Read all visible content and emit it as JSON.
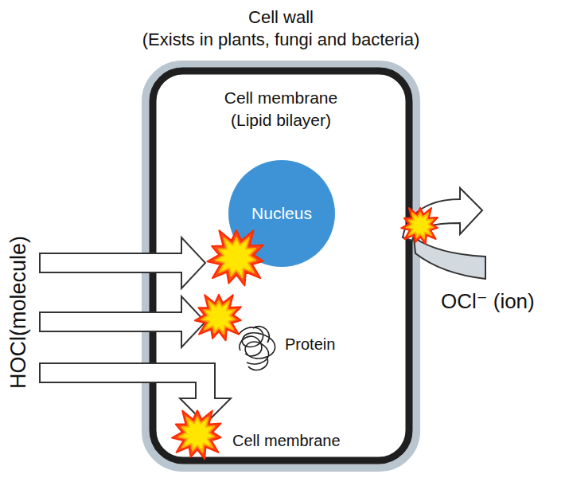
{
  "diagram": {
    "nodes": [
      {
        "text": [
          "Cell wall",
          "(Exists in plants, fungi and bacteria)",
          "Cell membrane",
          "(Lipid bilayer)"
        ]
      },
      {
        "text": [
          "Nucleus"
        ],
        "in": 0
      }
    ],
    "labels": [
      "Protein",
      "Cell membrane",
      "HOCl(molecule)",
      "OCl⁻ (ion)"
    ]
  }
}
